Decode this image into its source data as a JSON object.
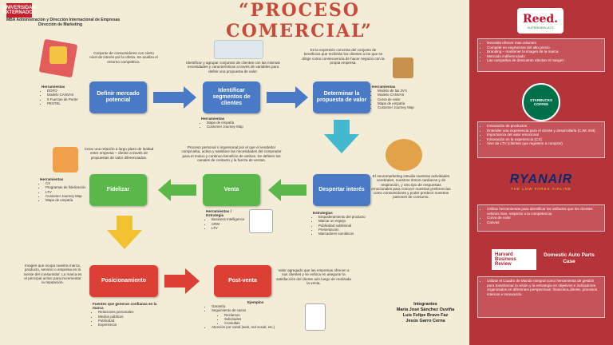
{
  "header": {
    "logo_label": "UNIVERSIDAD EXTERNADO",
    "line1": "MBA Administración y Dirección Internacional de Empresas",
    "line2": "Dirección de Marketing"
  },
  "title": "“PROCESO COMERCIAL”",
  "steps": {
    "s1": "Definir mercado potencial",
    "s2": "Identificar segmentos de clientes",
    "s3": "Determinar la propuesta de valor",
    "s4": "Despertar interés",
    "s5": "Venta",
    "s6": "Fidelizar",
    "s7": "Posicionamiento",
    "s8": "Post-venta"
  },
  "descriptions": {
    "d1": "Conjunto de consumidores con cierto nivel de interés por la oferta. Se analiza el entorno competitivo.",
    "d2": "Identificar y agrupar conjuntos de clientes con las mismas necesidades y características a través de variables para definir una propuesta de valor.",
    "d3": "Es la expresión concreta del conjunto de beneficios que recibirán los clientes a los que se dirige como consecuencia de hacer negocio con la propia empresa.",
    "d4": "El neuromarketing estudia nuestras actividades cerebrales, nuestros ritmos cardiacos y de respiración, y otro tipo de respuestas emocionales para conocer nuestras preferencias como consumidores y poder predecir nuestros patrones de consumo.",
    "d5": "Proceso personal o impersonal por el que el vendedor comprueba, activa y satisface las necesidades del comprador para el mutuo y continuo beneficio de ambos. Se definen los canales de contacto y la fuerza de ventas.",
    "d6": "Crear una relación a largo plazo de lealtad entre empresa – cliente a través de propuestas de valor diferenciadas.",
    "d7": "Imagen que ocupa nuestra marca, producto, servicio o empresa en la mente del consumidor. La marca es el principal activo para incrementar la reputación.",
    "d8": "Valor agregado que las empresas ofrecen a sus clientes y se enfoca en asegurar la satisfacción del cliente aún luego de realizada la venta."
  },
  "lists": {
    "l1": {
      "title": "Herramientas",
      "items": [
        "DOFO",
        "Modelo CANVAS",
        "5 Fuerzas de Porter",
        "PESTEL"
      ]
    },
    "l2": {
      "title": "Herramientas",
      "items": [
        "Mapa de empatía",
        "Customer Journey Map"
      ]
    },
    "l3": {
      "title": "Herramientas",
      "items": [
        "Modelo de las 3V's",
        "Modelo CANVAS",
        "Curva de valor",
        "Mapa de empatía",
        "Customer Journey Map"
      ]
    },
    "l4": {
      "title": "Estrategias",
      "items": [
        "Empoderamiento del producto",
        "Marcar un espejo",
        "Publicidad subliminal",
        "Presentación",
        "Marcadores somáticos"
      ]
    },
    "l5": {
      "title": "Herramientas / Estrategia",
      "items": [
        "Business Intelligence",
        "CRM",
        "LTV"
      ]
    },
    "l6": {
      "title": "Herramientas",
      "items": [
        "CX",
        "Programas de fidelización",
        "LTV",
        "Customer Journey Map",
        "Mapa de empatía"
      ]
    },
    "l7": {
      "title": "Fuentes que generan confianza en la marca",
      "items": [
        "Relaciones personales",
        "Medios públicos",
        "Publicidad",
        "Experiencia"
      ]
    },
    "l8": {
      "title": "Ejemplos",
      "items": [
        "Garantía",
        "Seguimiento de casos",
        "Reclamos",
        "Solicitudes",
        "Consultas",
        "Atención por canal (web, red social, etc.)"
      ]
    }
  },
  "right_panel": {
    "brand1": "Reed.",
    "brand1_sub": "SUPERMERCATS",
    "box1": [
      "Necesita ofrecer mas volumen",
      "Competir en segmentos del alto precio",
      "Branding – mantener la imagen de la marca",
      "Mercado indiferenciado",
      "Las campañas de descuento afectan el margen"
    ],
    "brand2": "STARBUCKS COFFEE",
    "box2": [
      "Innovación de productos",
      "Entender una experiencia para el cliente y desarrollarla (CJM, EM).",
      "Importancia del valor emocional",
      "Innovación en la experiencia (CX)",
      "Vive de LTV (clientes que regresen a comprar)"
    ],
    "brand3": "RYANAIR",
    "brand3_sub": "THE LOW FARES AIRLINE",
    "box3": [
      "Utilizar herramientas para identificar los atributos que los clientes valoran mas, respecto a la competencia",
      "Curva de valor",
      "Canvas"
    ],
    "brand4": "Harvard Business Review",
    "brand4_caption": "Domestic Auto Parts Case",
    "box4": [
      "Utilizar el Cuadro de Mando Integral como herramienta de gestión para transformar la visión y la estrategia en objetivos e indicadores organizados en diferentes perspectivas: financiera,cliente, procesos internos e innovación."
    ]
  },
  "integrantes": {
    "title": "Integrantes",
    "names": [
      "María José Sánchez Ouviña",
      "Luis Felipe Bravo Faz",
      "Jesús Garro Cerna"
    ]
  }
}
